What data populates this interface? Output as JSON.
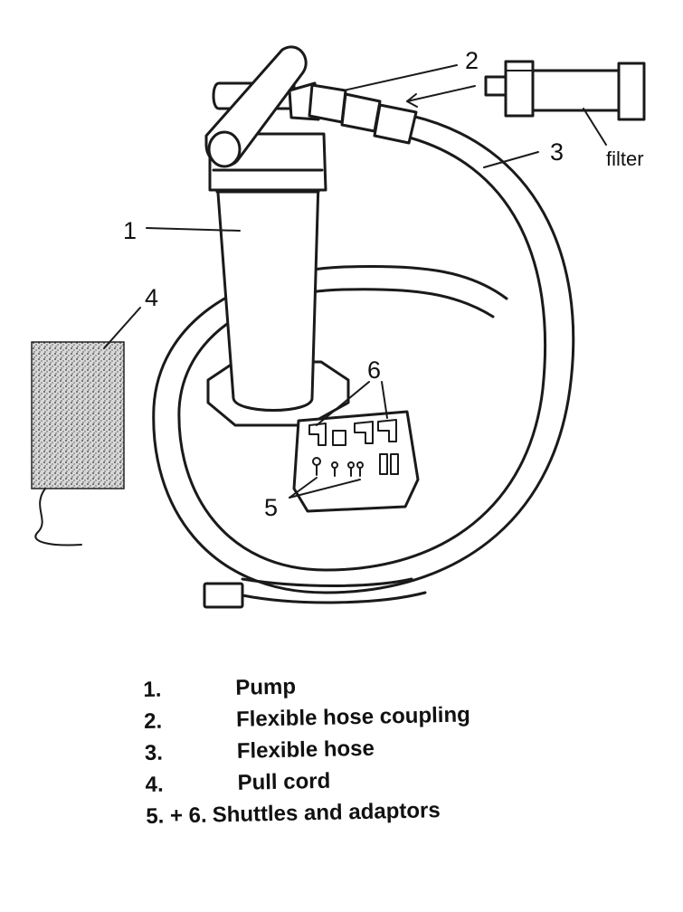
{
  "diagram": {
    "callouts": [
      "1",
      "2",
      "3",
      "4",
      "5",
      "6"
    ],
    "filter_label": "filter"
  },
  "legend": {
    "items": [
      {
        "number": "1.",
        "label": "Pump"
      },
      {
        "number": "2.",
        "label": "Flexible hose coupling"
      },
      {
        "number": "3.",
        "label": "Flexible hose"
      },
      {
        "number": "4.",
        "label": "Pull cord"
      },
      {
        "number": "5. + 6.",
        "label": "Shuttles and adaptors"
      }
    ]
  }
}
